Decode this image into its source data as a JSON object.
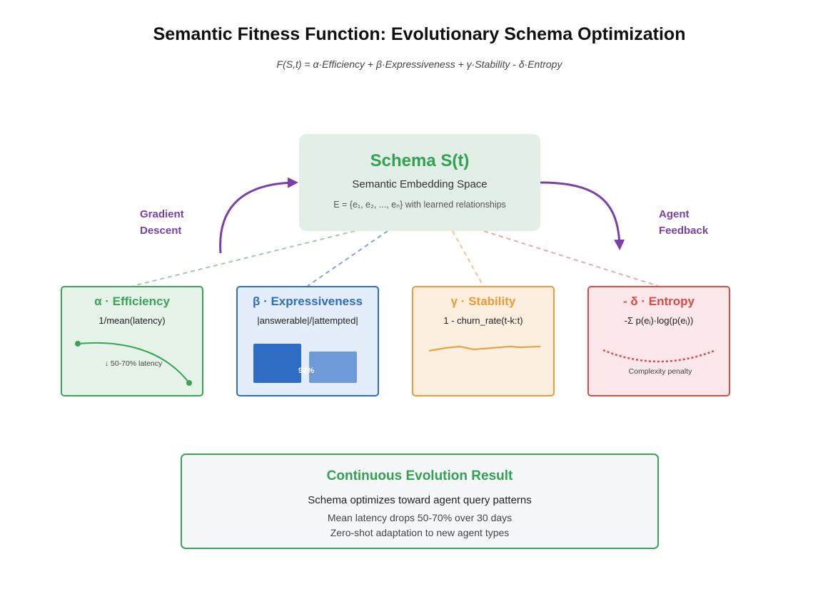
{
  "title": "Semantic Fitness Function: Evolutionary Schema Optimization",
  "formula": "F(S,t) = α·Efficiency + β·Expressiveness + γ·Stability - δ·Entropy",
  "schema": {
    "title": "Schema S(t)",
    "subtitle": "Semantic Embedding Space",
    "formula": "E = {e₁, e₂, ..., eₙ} with learned relationships"
  },
  "left_label": {
    "line1": "Gradient",
    "line2": "Descent"
  },
  "right_label": {
    "line1": "Agent",
    "line2": "Feedback"
  },
  "cards": [
    {
      "title": "α · Efficiency",
      "formula": "1/mean(latency)",
      "note": "↓ 50-70% latency",
      "color": "#3aa35a",
      "bg": "#e6f3e9"
    },
    {
      "title": "β · Expressiveness",
      "formula": "|answerable|/|attempted|",
      "note": "92%",
      "color": "#2f6cc4",
      "bg": "#e4eefa"
    },
    {
      "title": "γ · Stability",
      "formula": "1 - churn_rate(t-k:t)",
      "color": "#ef9a34",
      "bg": "#fdefdf"
    },
    {
      "title": "- δ · Entropy",
      "formula": "-Σ p(eᵢ)·log(p(eᵢ))",
      "note": "Complexity penalty",
      "color": "#dc4a45",
      "bg": "#fce7ea"
    }
  ],
  "result": {
    "title": "Continuous Evolution Result",
    "subtitle": "Schema optimizes toward agent query patterns",
    "line1": "Mean latency drops 50-70% over 30 days",
    "line2": "Zero-shot adaptation to new agent types"
  }
}
